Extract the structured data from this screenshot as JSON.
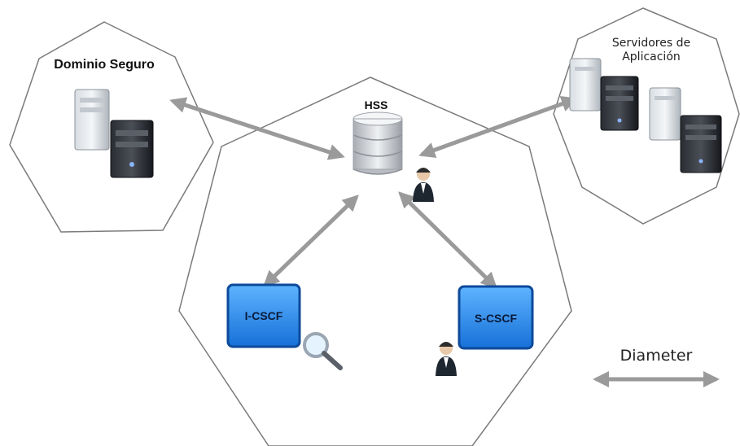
{
  "domains": {
    "secure_domain": "Dominio Seguro",
    "app_servers_line1": "Servidores de",
    "app_servers_line2": "Aplicación",
    "core": "HSS"
  },
  "nodes": {
    "icscf": "I-CSCF",
    "scscf": "S-CSCF"
  },
  "legend": {
    "label": "Diameter"
  },
  "colors": {
    "arrow": "#9a9a9a",
    "outline": "#7a7a7a",
    "box_fill": "#2b8ee8",
    "box_border": "#0d4a9a"
  }
}
